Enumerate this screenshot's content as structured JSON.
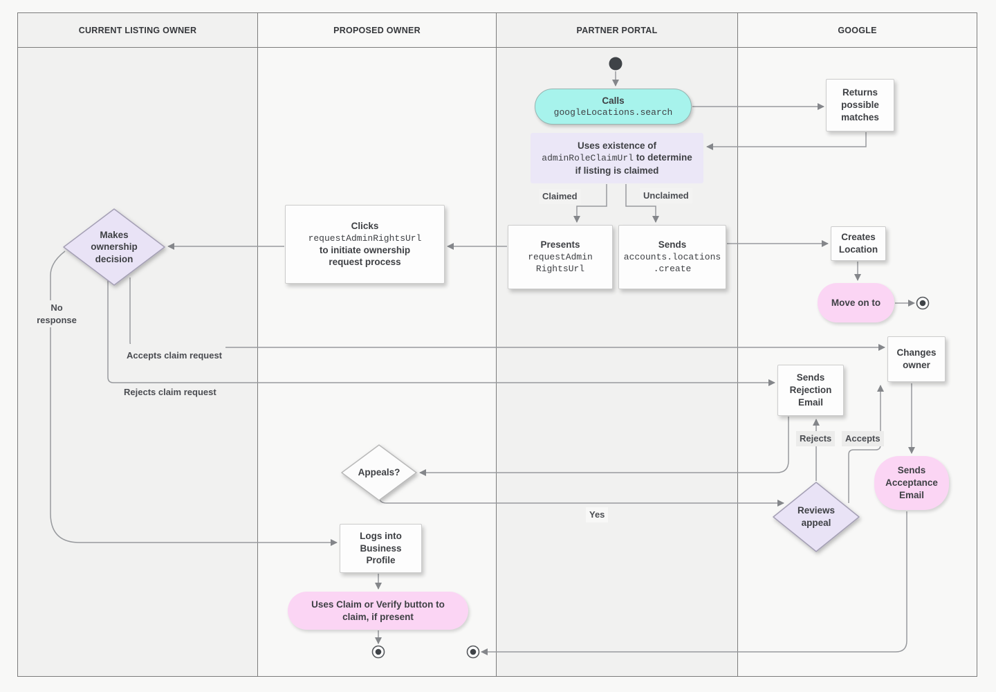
{
  "lanes": [
    {
      "label": "CURRENT LISTING OWNER"
    },
    {
      "label": "PROPOSED OWNER"
    },
    {
      "label": "PARTNER PORTAL"
    },
    {
      "label": "GOOGLE"
    }
  ],
  "nodes": {
    "calls": {
      "title": "Calls",
      "code": "googleLocations.search"
    },
    "returns_possible_matches": {
      "text": "Returns possible matches"
    },
    "uses_existence": {
      "pre": "Uses existence of",
      "code": "adminRoleClaimUrl",
      "post": "to determine if listing is claimed"
    },
    "presents_url": {
      "title": "Presents",
      "code": "requestAdmin​RightsUrl"
    },
    "sends_create": {
      "title": "Sends",
      "code": "accounts.locations​.create"
    },
    "creates_location": {
      "text": "Creates Location"
    },
    "move_on_to": {
      "text": "Move on to"
    },
    "clicks_url": {
      "pre": "Clicks",
      "code": "requestAdminRightsUrl",
      "post": "to initiate ownership request process"
    },
    "makes_ownership_decision": {
      "text": "Makes ownership decision"
    },
    "sends_rejection_email": {
      "text": "Sends Rejection Email"
    },
    "changes_owner": {
      "text": "Changes owner"
    },
    "sends_acceptance_email": {
      "text": "Sends Acceptance Email"
    },
    "reviews_appeal": {
      "text": "Reviews appeal"
    },
    "appeals": {
      "text": "Appeals?"
    },
    "logs_into_business_profile": {
      "text": "Logs into Business Profile"
    },
    "uses_claim_or_verify": {
      "text": "Uses Claim or Verify button to claim, if present"
    }
  },
  "edge_labels": {
    "claimed": "Claimed",
    "unclaimed": "Unclaimed",
    "no_response": "No response",
    "accepts_claim_request": "Accepts claim request",
    "rejects_claim_request": "Rejects claim request",
    "yes": "Yes",
    "rejects": "Rejects",
    "accepts": "Accepts"
  },
  "colors": {
    "teal_node": "#a7f3ec",
    "lavender_diamond": "#e9e3f6",
    "lavender_box": "#ebe7f7",
    "pink_node": "#fbd5f4",
    "white_node": "#fdfdfd",
    "edge_line": "#97999d",
    "lane_dark": "#f1f1f0",
    "lane_light": "#f8f8f7",
    "frame_border": "#7b7b7b",
    "text": "#3e4044"
  }
}
